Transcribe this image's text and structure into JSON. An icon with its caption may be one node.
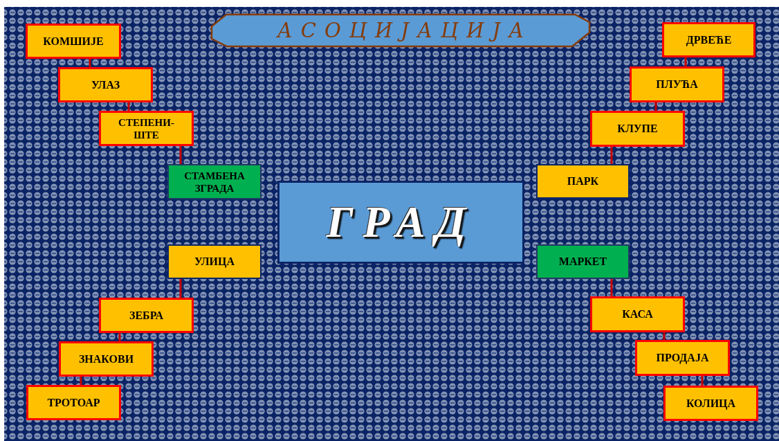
{
  "diagram": {
    "title": "АСОЦИЈАЦИЈА",
    "nodes": [
      {
        "text": [
          "КОМШИЈЕ"
        ]
      },
      {
        "text": [
          "УЛАЗ"
        ]
      },
      {
        "text": [
          "СТЕПЕНИ- ШТЕ"
        ]
      },
      {
        "text": [
          "СТАМБЕНА ЗГРАДА"
        ]
      },
      {
        "text": [
          "ГРАД"
        ]
      },
      {
        "text": [
          "УЛИЦА"
        ]
      },
      {
        "text": [
          "ЗЕБРА"
        ]
      },
      {
        "text": [
          "ЗНАКОВИ"
        ]
      },
      {
        "text": [
          "ТРОТОАР"
        ]
      },
      {
        "text": [
          "ДРВЕЋЕ"
        ]
      },
      {
        "text": [
          "ПЛУЋА"
        ]
      },
      {
        "text": [
          "КЛУПЕ"
        ]
      },
      {
        "text": [
          "ПАРК"
        ]
      },
      {
        "text": [
          "МАРКЕТ"
        ]
      },
      {
        "text": [
          "КАСА"
        ]
      },
      {
        "text": [
          "ПРОДАЈА"
        ]
      },
      {
        "text": [
          "КОЛИЦА"
        ]
      }
    ],
    "edges": [
      {
        "from": 0,
        "to": 1,
        "arrow": "none"
      },
      {
        "from": 1,
        "to": 2,
        "arrow": "none"
      },
      {
        "from": 2,
        "to": 3,
        "arrow": "none"
      },
      {
        "from": 5,
        "to": 6,
        "arrow": "none"
      },
      {
        "from": 6,
        "to": 7,
        "arrow": "none"
      },
      {
        "from": 7,
        "to": 8,
        "arrow": "none"
      },
      {
        "from": 9,
        "to": 10,
        "arrow": "none"
      },
      {
        "from": 10,
        "to": 11,
        "arrow": "none"
      },
      {
        "from": 11,
        "to": 12,
        "arrow": "none"
      },
      {
        "from": 13,
        "to": 14,
        "arrow": "none"
      },
      {
        "from": 14,
        "to": 15,
        "arrow": "none"
      },
      {
        "from": 15,
        "to": 16,
        "arrow": "none"
      }
    ]
  }
}
